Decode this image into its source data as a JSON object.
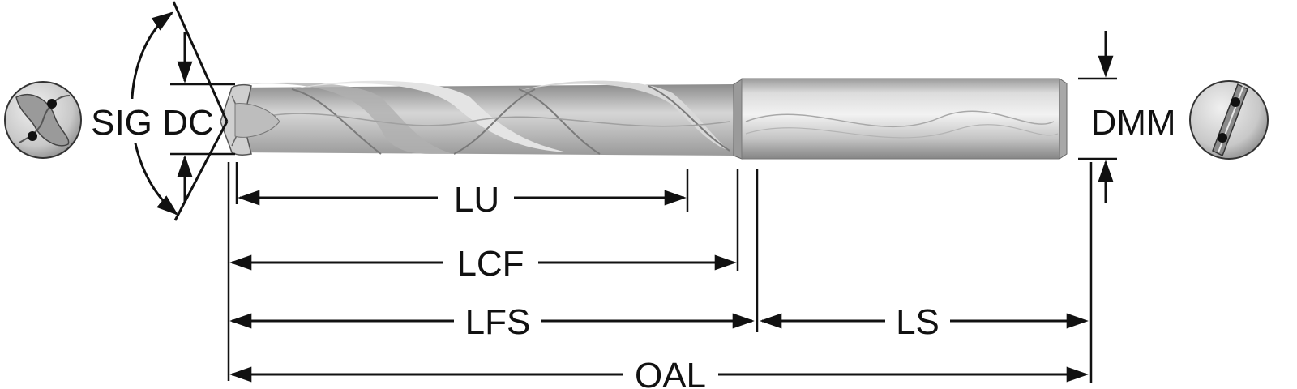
{
  "colors": {
    "ink": "#111111",
    "steel_light": "#e6e6e6",
    "steel_mid": "#bdbdbd",
    "steel_dark": "#8a8a8a",
    "flute_line": "#7a7a7a"
  },
  "labels": {
    "sig": "SIG",
    "dc": "DC",
    "dmm": "DMM",
    "lu": "LU",
    "lcf": "LCF",
    "lfs": "LFS",
    "ls": "LS",
    "oal": "OAL"
  },
  "icons": {
    "front_end_view": "drill-front-end-view-icon",
    "rear_end_view": "drill-rear-end-view-icon"
  }
}
